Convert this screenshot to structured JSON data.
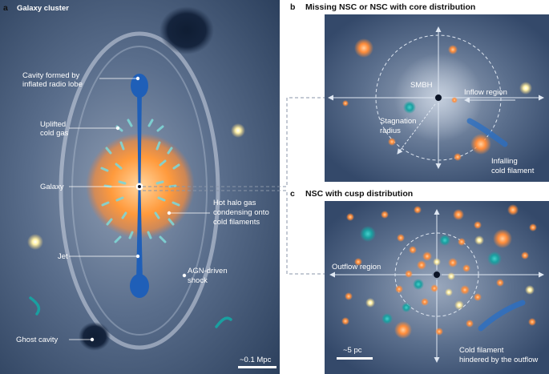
{
  "panels": {
    "a": {
      "letter": "a",
      "title": "Galaxy cluster"
    },
    "b": {
      "letter": "b",
      "title": "Missing NSC or NSC with core distribution"
    },
    "c": {
      "letter": "c",
      "title": "NSC with cusp distribution"
    }
  },
  "labels_a": {
    "cavity_line1": "Cavity formed by",
    "cavity_line2": "inflated radio lobe",
    "uplifted_line1": "Uplifted",
    "uplifted_line2": "cold gas",
    "galaxy": "Galaxy",
    "hot_line1": "Hot halo gas",
    "hot_line2": "condensing onto",
    "hot_line3": "cold filaments",
    "jet": "Jet",
    "shock_line1": "AGN-driven",
    "shock_line2": "shock",
    "ghost": "Ghost cavity",
    "scale": "~0.1 Mpc"
  },
  "labels_b": {
    "smbh": "SMBH",
    "inflow": "Inflow region",
    "stag_line1": "Stagnation",
    "stag_line2": "radius",
    "fil_line1": "Infalling",
    "fil_line2": "cold filament"
  },
  "labels_c": {
    "outflow": "Outflow region",
    "scale": "~5 pc",
    "fil_line1": "Cold filament",
    "fil_line2": "hindered by the outflow"
  },
  "colors": {
    "background_dark": "#2b3f5c",
    "background_light": "#7f8fa6",
    "hot_gas": "#ff9a3c",
    "jet": "#1f5fb8",
    "cold_gas": "#7fd6d6",
    "teal_clump": "#1aa3a3",
    "yellow_star": "#fff2a8"
  }
}
